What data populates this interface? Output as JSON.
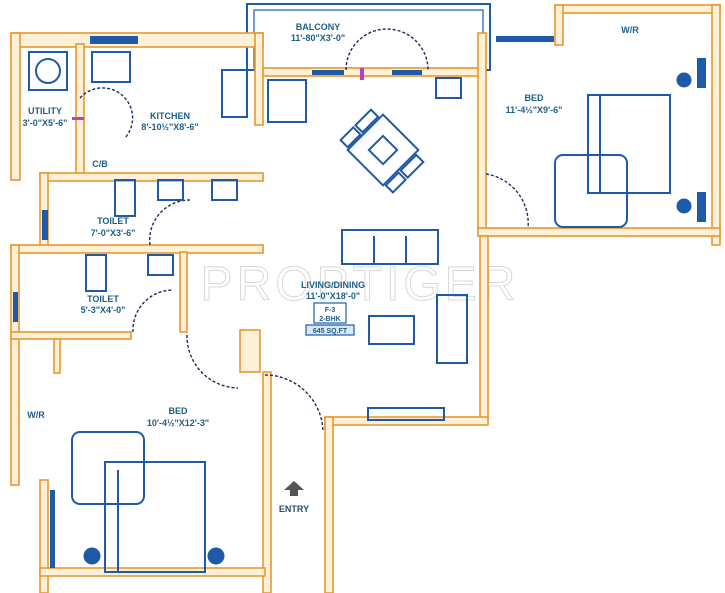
{
  "watermark": "PROPTIGER",
  "rooms": {
    "balcony": {
      "name": "BALCONY",
      "size": "11'-80\"X3'-0\""
    },
    "utility": {
      "name": "UTILITY",
      "size": "3'-0\"X5'-6\""
    },
    "kitchen": {
      "name": "KITCHEN",
      "size": "8'-10½\"X8'-6\""
    },
    "cb": {
      "name": "C/B"
    },
    "toilet1": {
      "name": "TOILET",
      "size": "7'-0\"X3'-6\""
    },
    "toilet2": {
      "name": "TOILET",
      "size": "5'-3\"X4'-0\""
    },
    "bed1": {
      "name": "BED",
      "size": "11'-4½\"X9'-6\""
    },
    "wr1": {
      "name": "W/R"
    },
    "living": {
      "name": "LIVING/DINING",
      "size": "11'-0\"X18'-0\""
    },
    "bed2": {
      "name": "BED",
      "size": "10'-4½\"X12'-3\""
    },
    "wr2": {
      "name": "W/R"
    },
    "entry": {
      "name": "ENTRY"
    }
  },
  "unit": {
    "flat": "F-3",
    "type": "2-BHK",
    "area": "645 SQ.FT"
  },
  "colors": {
    "wall": "#e69a2e",
    "furniture": "#1f5aa8",
    "text": "#1d5f86"
  }
}
